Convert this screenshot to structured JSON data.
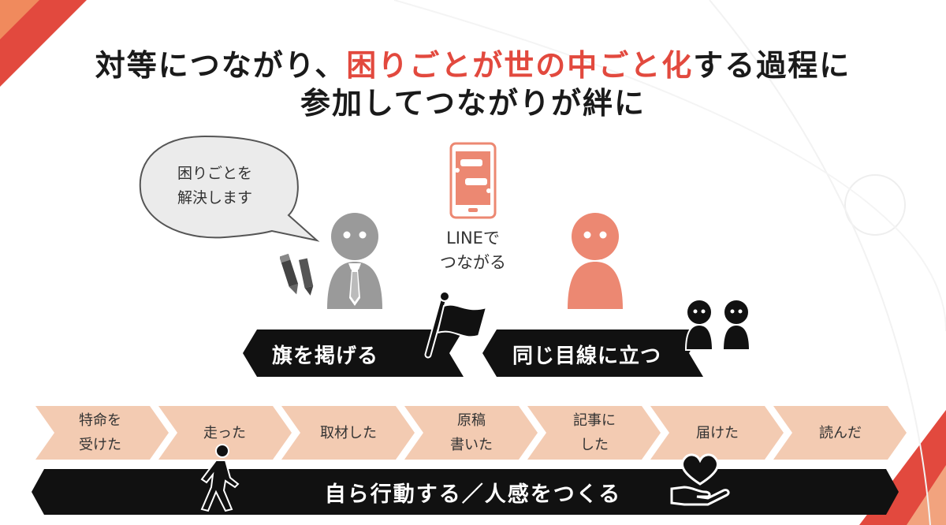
{
  "title": {
    "line1_pre": "対等につながり、",
    "line1_accent": "困りごとが世の中ごと化",
    "line1_post": "する過程に",
    "line2": "参加してつながりが絆に"
  },
  "speech_bubble": {
    "line1": "困りごとを",
    "line2": "解決します"
  },
  "phone_caption": {
    "line1": "LINEで",
    "line2": "つながる"
  },
  "banners": {
    "left": "旗を掲げる",
    "right": "同じ目線に立つ"
  },
  "steps": [
    {
      "line1": "特命を",
      "line2": "受けた"
    },
    {
      "line1": "走った",
      "line2": ""
    },
    {
      "line1": "取材した",
      "line2": ""
    },
    {
      "line1": "原稿",
      "line2": "書いた"
    },
    {
      "line1": "記事に",
      "line2": "した"
    },
    {
      "line1": "届けた",
      "line2": ""
    },
    {
      "line1": "読んだ",
      "line2": ""
    }
  ],
  "bottom_bar": "自ら行動する／人感をつくる",
  "colors": {
    "accent_red": "#e2493e",
    "salmon_figure": "#ec8872",
    "gray_figure": "#9a9a9a",
    "step_fill": "#f3cbb2",
    "banner_black": "#111111"
  }
}
